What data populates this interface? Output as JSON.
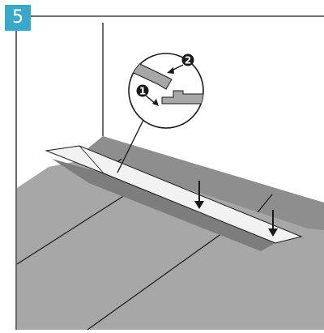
{
  "step": {
    "number": "5",
    "badge_color": "#3ba7c9"
  },
  "detail": {
    "markers": [
      "1",
      "2"
    ]
  },
  "colors": {
    "floor": "#a7a7a7",
    "wall_strip": "#8e8e8e",
    "plank_top": "#f2f2f2",
    "plank_shadow": "#7d7d7d",
    "line": "#1a1a1a"
  },
  "icons": [
    "down-arrow-icon",
    "rotate-arrow-icon",
    "push-arrow-icon"
  ]
}
